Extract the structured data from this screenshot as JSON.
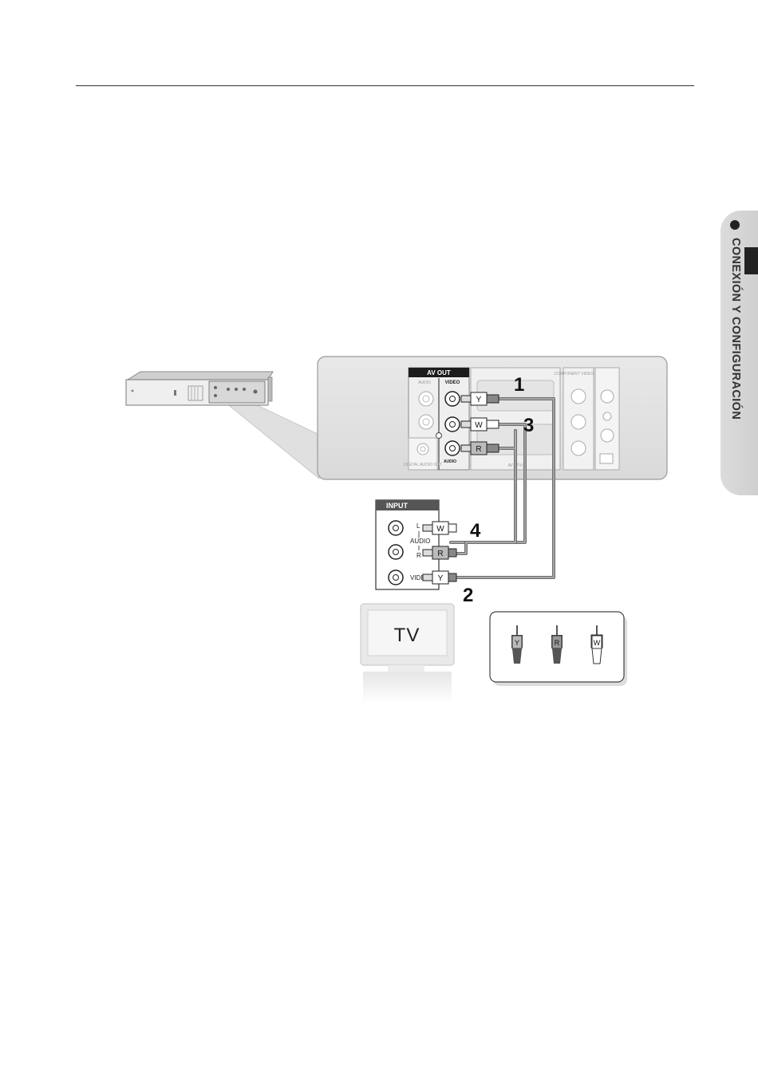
{
  "side_tab": {
    "label": "CONEXIÓN Y CONFIGURACIÓN"
  },
  "panel": {
    "av_out": "AV OUT",
    "video": "VIDEO",
    "audio_top": "AUDIO",
    "audio_bottom": "AUDIO",
    "digital_audio_out": "DIGITAL AUDIO OUT",
    "av1_tv": "AV1(TV)",
    "component": "COMPONENT VIDEO OUT"
  },
  "callouts": {
    "c1": "1",
    "c2": "2",
    "c3": "3",
    "c4": "4"
  },
  "tv_input": {
    "title": "INPUT",
    "l": "L",
    "audio": "AUDIO",
    "r": "R",
    "video": "VIDEO"
  },
  "plugs": {
    "w": "W",
    "y": "Y",
    "r": "R"
  },
  "tv": {
    "label": "TV"
  },
  "legend": {
    "y": "Y",
    "r": "R",
    "w": "W"
  },
  "colors": {
    "accent": "#222222",
    "tab_bg": "#d4d4d4",
    "cable": "#6e6e6e",
    "cable_light": "#b9b9b9"
  }
}
